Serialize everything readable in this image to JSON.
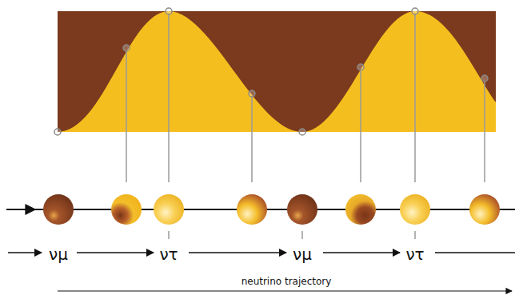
{
  "diagram": {
    "labels": [
      "νμ",
      "ντ",
      "νμ",
      "ντ",
      "neutrino trajectory"
    ]
  }
}
